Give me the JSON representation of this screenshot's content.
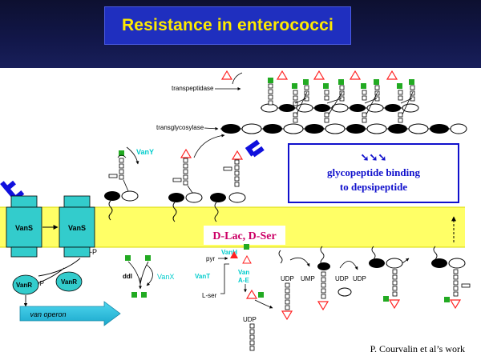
{
  "title": "Resistance in enterococci",
  "labels": {
    "transpeptidase": "transpeptidase",
    "transglycosylase": "transglycosylase",
    "vany": "VanY",
    "vans_1": "VanS",
    "vans_2": "VanS",
    "p_1": "-P",
    "vanr_p": "VanR",
    "p_2": "-P",
    "vanr": "VanR",
    "van_operon": "van operon",
    "ddl": "ddl",
    "vanx": "VanX",
    "pyr": "pyr",
    "vanh": "VanH",
    "vant": "VanT",
    "lser": "L-ser",
    "van_ae_1": "Van",
    "van_ae_2": "A-E",
    "udp_1": "UDP",
    "ump": "UMP",
    "udp_2": "UDP",
    "udp_3": "UDP",
    "udp_4": "UDP",
    "dlac_dser": "D-Lac, D-Ser",
    "glyco_arrows": "➘➘➘",
    "glyco_line1": "glycopeptide binding",
    "glyco_line2": "to depsipeptide",
    "credit": "P. Courvalin et al’s work"
  },
  "colors": {
    "title_text": "#ffeb00",
    "title_box": "#1f2fbf",
    "membrane": "#ffff66",
    "vans": "#33cccc",
    "cyan_label": "#00cccc",
    "green_square": "#22aa22",
    "red_triangle": "#ff2020",
    "glyco_text": "#1010cc",
    "dlac_text": "#cc0066",
    "glycopeptide_clip": "#1010dd"
  },
  "icons": [
    "red-triangle-icon",
    "green-square-icon",
    "glycopeptide-clip-icon",
    "arrow-icon"
  ]
}
